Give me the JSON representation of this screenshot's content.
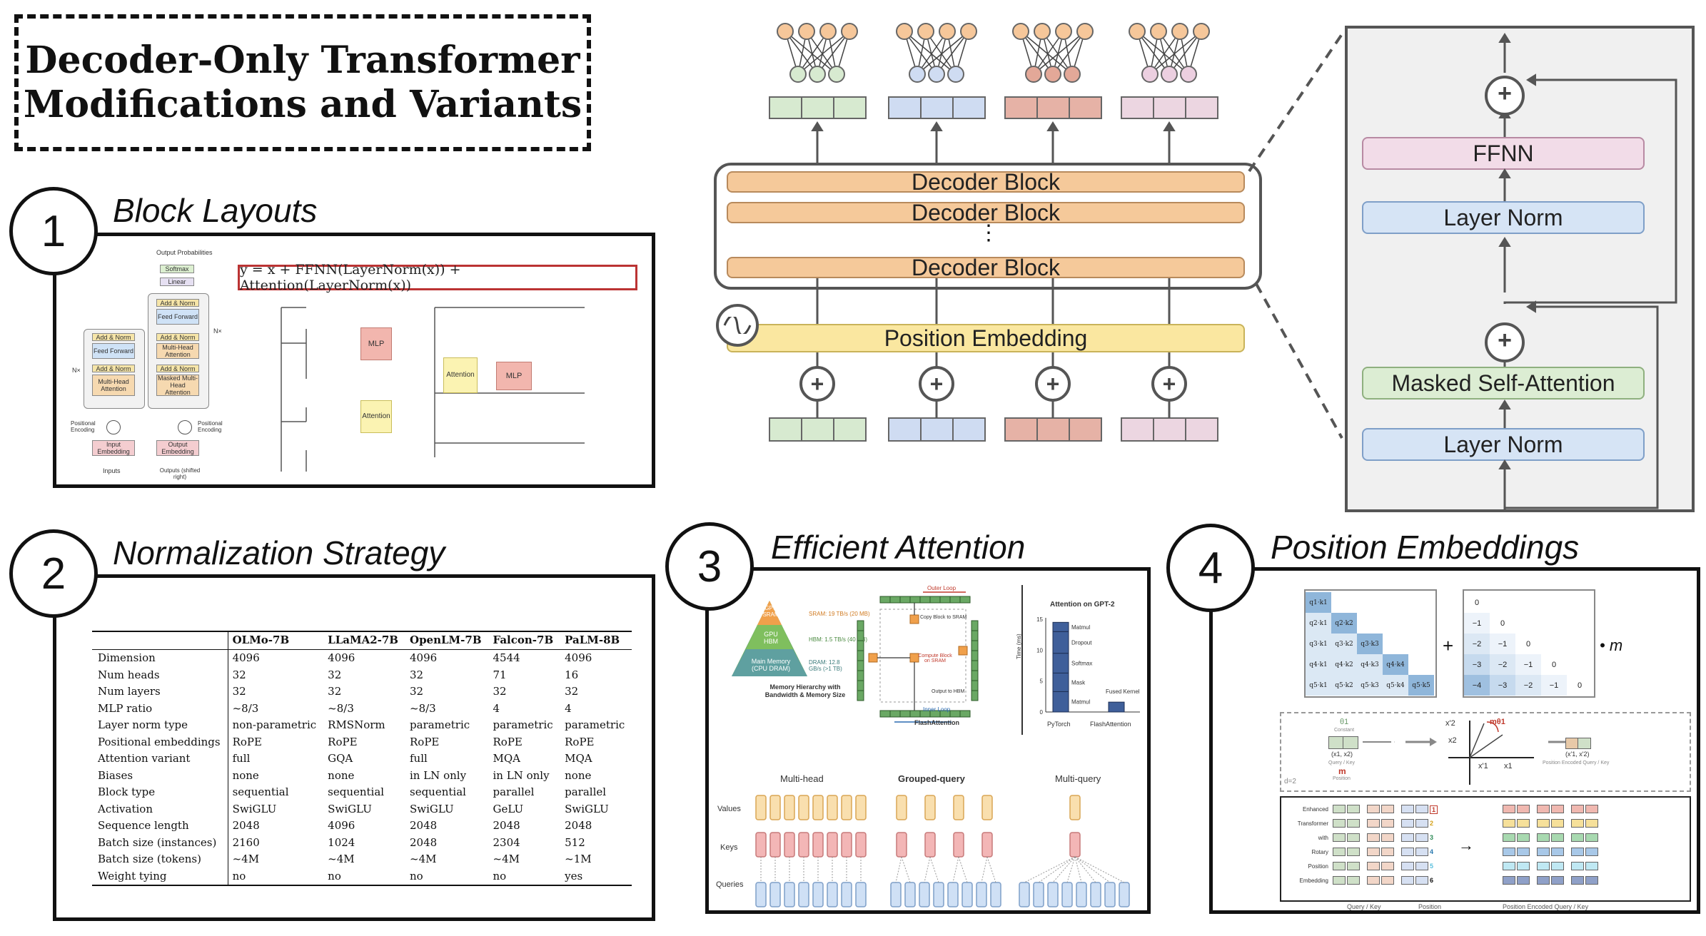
{
  "title": {
    "line1": "Decoder-Only Transformer",
    "line2": "Modifications and Variants"
  },
  "sections": [
    {
      "num": "1",
      "title": "Block Layouts"
    },
    {
      "num": "2",
      "title": "Normalization Strategy"
    },
    {
      "num": "3",
      "title": "Efficient Attention"
    },
    {
      "num": "4",
      "title": "Position Embeddings"
    }
  ],
  "main_diagram": {
    "decoder_block": "Decoder Block",
    "dots": "⋮",
    "position_embedding": "Position Embedding",
    "plus": "+",
    "token_colors": [
      "#d7ead0",
      "#cfdcf2",
      "#e6b2a6",
      "#ecd6e1"
    ],
    "output_node_colors": [
      "#d7ead0",
      "#cfdcf2",
      "#e3a898",
      "#eccfe0"
    ]
  },
  "zoom": {
    "ffnn": "FFNN",
    "layer_norm_top": "Layer Norm",
    "masked_attention": "Masked Self-Attention",
    "layer_norm_bottom": "Layer Norm",
    "plus": "+"
  },
  "block_layouts": {
    "formula": "y = x + FFNN(LayerNorm(x)) + Attention(LayerNorm(x))",
    "mlp": "MLP",
    "attention": "Attention",
    "transformer_labels": {
      "output_probs": "Output Probabilities",
      "softmax": "Softmax",
      "linear": "Linear",
      "add_norm": "Add & Norm",
      "feed_forward": "Feed Forward",
      "multi_head": "Multi-Head Attention",
      "masked_multi_head": "Masked Multi-Head Attention",
      "pos_enc": "Positional Encoding",
      "input_emb": "Input Embedding",
      "output_emb": "Output Embedding",
      "inputs": "Inputs",
      "outputs": "Outputs (shifted right)",
      "nx": "N×"
    }
  },
  "norm_table": {
    "columns": [
      "",
      "OLMo-7B",
      "LLaMA2-7B",
      "OpenLM-7B",
      "Falcon-7B",
      "PaLM-8B"
    ],
    "rows": [
      [
        "Dimension",
        "4096",
        "4096",
        "4096",
        "4544",
        "4096"
      ],
      [
        "Num heads",
        "32",
        "32",
        "32",
        "71",
        "16"
      ],
      [
        "Num layers",
        "32",
        "32",
        "32",
        "32",
        "32"
      ],
      [
        "MLP ratio",
        "~8/3",
        "~8/3",
        "~8/3",
        "4",
        "4"
      ],
      [
        "Layer norm type",
        "non-parametric",
        "RMSNorm",
        "parametric",
        "parametric",
        "parametric"
      ],
      [
        "Positional embeddings",
        "RoPE",
        "RoPE",
        "RoPE",
        "RoPE",
        "RoPE"
      ],
      [
        "Attention variant",
        "full",
        "GQA",
        "full",
        "MQA",
        "MQA"
      ],
      [
        "Biases",
        "none",
        "none",
        "in LN only",
        "in LN only",
        "none"
      ],
      [
        "Block type",
        "sequential",
        "sequential",
        "sequential",
        "parallel",
        "parallel"
      ],
      [
        "Activation",
        "SwiGLU",
        "SwiGLU",
        "SwiGLU",
        "GeLU",
        "SwiGLU"
      ],
      [
        "Sequence length",
        "2048",
        "4096",
        "2048",
        "2048",
        "2048"
      ],
      [
        "Batch size (instances)",
        "2160",
        "1024",
        "2048",
        "2304",
        "512"
      ],
      [
        "Batch size (tokens)",
        "~4M",
        "~4M",
        "~4M",
        "~4M",
        "~1M"
      ],
      [
        "Weight tying",
        "no",
        "no",
        "no",
        "no",
        "yes"
      ]
    ]
  },
  "efficient_attention": {
    "sram": "SRAM: 19 TB/s (20 MB)",
    "hbm": "HBM: 1.5 TB/s (40 GB)",
    "dram": "DRAM: 12.8 GB/s (>1 TB)",
    "gpu_sram": "GPU SRAM",
    "gpu_hbm": "GPU HBM",
    "main_mem": "Main Memory (CPU DRAM)",
    "mem_caption": "Memory Hierarchy with Bandwidth & Memory Size",
    "outer_loop": "Outer Loop",
    "inner_loop": "Inner Loop",
    "copy_sram": "Copy Block to SRAM",
    "compute_sram": "Compute Block on SRAM",
    "output_hbm": "Output to HBM",
    "flash_caption": "FlashAttention",
    "gpt2_title": "Attention on GPT-2",
    "time_axis": "Time (ms)",
    "bar_labels": [
      "Matmul",
      "Dropout",
      "Softmax",
      "Mask",
      "Matmul"
    ],
    "fused": "Fused Kernel",
    "pytorch": "PyTorch",
    "flash": "FlashAttention",
    "y_ticks": [
      "15",
      "10",
      "5",
      "0"
    ],
    "mh": "Multi-head",
    "gq": "Grouped-query",
    "mq": "Multi-query",
    "values": "Values",
    "keys": "Keys",
    "queries": "Queries"
  },
  "position_embeddings": {
    "plus": "+",
    "times_m": "• m",
    "qk_rows": [
      [
        "q1·k1"
      ],
      [
        "q2·k1",
        "q2·k2"
      ],
      [
        "q3·k1",
        "q3·k2",
        "q3·k3"
      ],
      [
        "q4·k1",
        "q4·k2",
        "q4·k3",
        "q4·k4"
      ],
      [
        "q5·k1",
        "q5·k2",
        "q5·k3",
        "q5·k4",
        "q5·k5"
      ]
    ],
    "bias_rows": [
      [
        "0"
      ],
      [
        "−1",
        "0"
      ],
      [
        "−2",
        "−1",
        "0"
      ],
      [
        "−3",
        "−2",
        "−1",
        "0"
      ],
      [
        "−4",
        "−3",
        "−2",
        "−1",
        "0"
      ]
    ],
    "rope": {
      "theta": "θ1",
      "constant": "Constant",
      "x1x2": "(x1, x2)",
      "qk": "Query / Key",
      "m": "m",
      "position": "Position",
      "x2p": "x'2",
      "x2": "x2",
      "x1p": "x'1",
      "x1": "x1",
      "mtheta": "mθ1",
      "x1px2p": "(x'1, x'2)",
      "pe_qk": "Position Encoded Query / Key",
      "d2": "d=2",
      "words": [
        "Enhanced",
        "Transformer",
        "with",
        "Rotary",
        "Position",
        "Embedding"
      ],
      "positions": [
        "1",
        "2",
        "3",
        "4",
        "5",
        "6"
      ],
      "position_colors": [
        "#c0392b",
        "#d4a017",
        "#2e8b57",
        "#2a7ab0",
        "#5bc0de",
        "#111111"
      ],
      "cap_qk": "Query / Key",
      "cap_pos": "Position",
      "cap_pe": "Position Encoded Query / Key"
    }
  }
}
